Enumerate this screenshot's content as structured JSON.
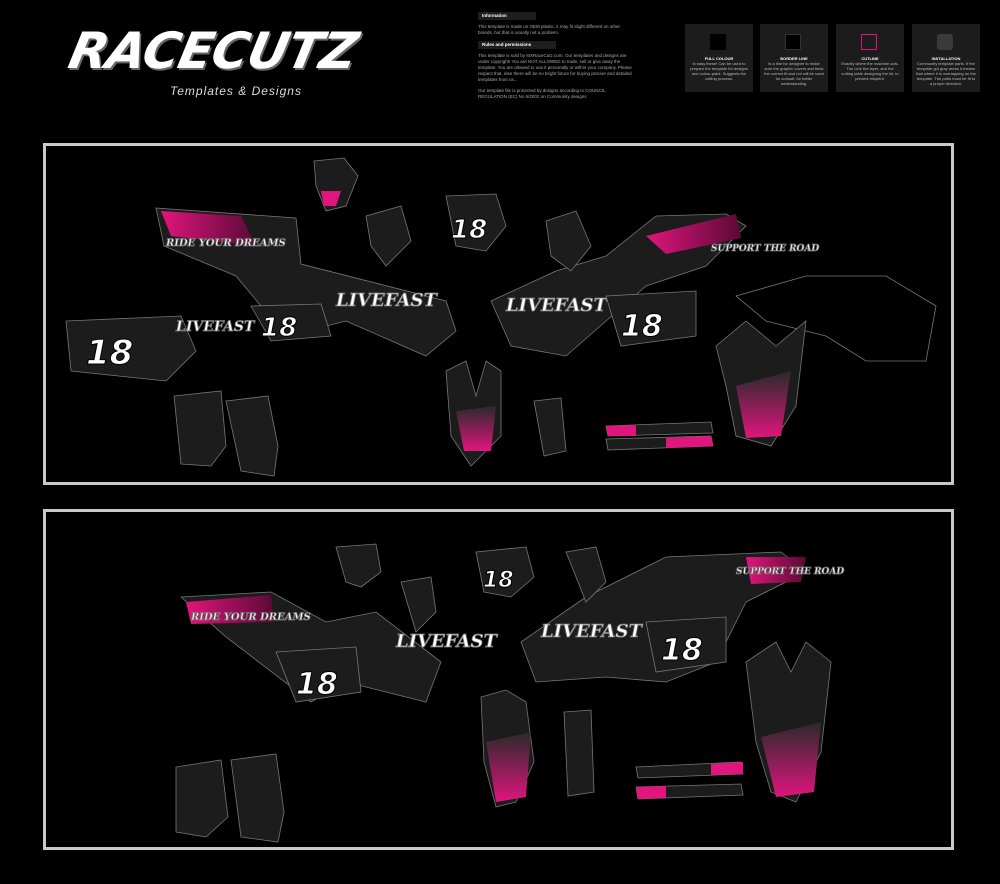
{
  "brand": {
    "title": "RACECUTZ",
    "subtitle": "Templates & Designs"
  },
  "info": {
    "heading1": "Information",
    "text1": "This template is made on OEM plastic, it may fit slight different on other brands, but that is usually not a problem.",
    "heading2": "Rules and permissions",
    "text2": "This template is sold by MXRaceCutz.com. Our templates and designs are under copyright! You are NOT ALLOWED to trade, sell or give away the template. You are allowed to use it personally or within your company. Please respect that, else there will be no bright future for buying precise and detailed templates from us...",
    "text3": "Our template file is protected by designs according to COUNCIL REGULATION (EC) No 6/2002 on Community designs"
  },
  "legend": [
    {
      "title": "FULL COLOUR",
      "text": "Is easy these! Can be used to prepare the template for designs and colour-paint. Suggests the cutting process."
    },
    {
      "title": "BORDER LINE",
      "text": "Is a line for designer to make sure the graphic covers and finds the correct fit and not will be used for consult, for better understanding."
    },
    {
      "title": "CUTLINE",
      "text": "Exactly where the machine cuts. The Line the layer, and the cutting table designing the kit, to prevent misprint."
    },
    {
      "title": "INSTALLATION",
      "text": "Community template parts. If the template got gray areas it means that where it is overlapping on the template. The parts must be fit to a proper direction."
    }
  ],
  "graphics": {
    "race_number": "18",
    "slogan1": "LIVEFAST",
    "slogan2": "RIDE YOUR DREAMS",
    "slogan3": "SUPPORT THE ROAD"
  },
  "colors": {
    "background": "#000000",
    "accent": "#e0157d",
    "panel_border": "#c9c9c9",
    "graphic_dark": "#1f1f1f"
  }
}
